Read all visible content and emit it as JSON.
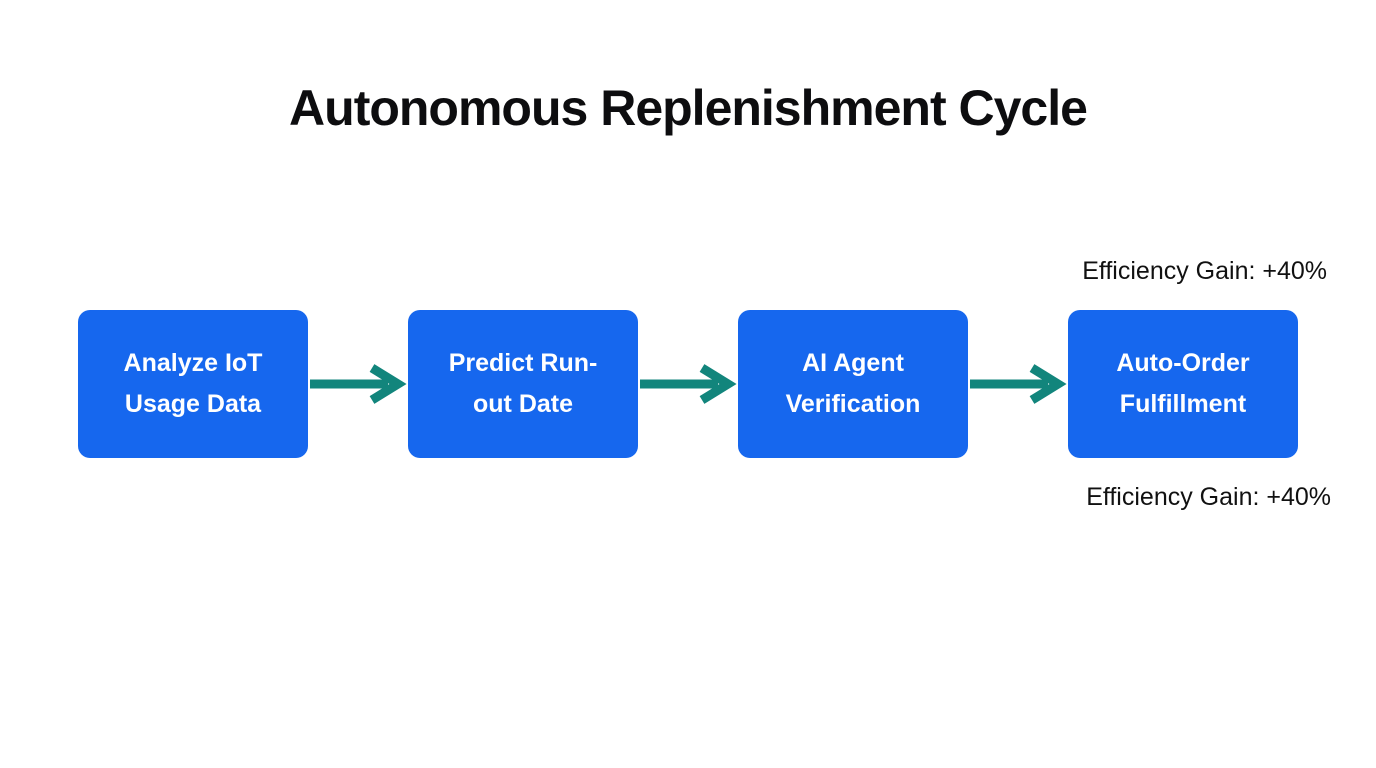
{
  "title": "Autonomous Replenishment Cycle",
  "steps": [
    {
      "label": "Analyze IoT Usage Data",
      "lines": [
        "Analyze IoT",
        "Usage Data"
      ]
    },
    {
      "label": "Predict Run-out Date",
      "lines": [
        "Predict Run-",
        "out Date"
      ]
    },
    {
      "label": "AI Agent Verification",
      "lines": [
        "AI Agent",
        "Verification"
      ]
    },
    {
      "label": "Auto-Order Fulfillment",
      "lines": [
        "Auto-Order",
        "Fulfillment"
      ]
    }
  ],
  "annotations": {
    "top": "Efficiency Gain: +40%",
    "bottom": "Efficiency Gain: +40%"
  },
  "colors": {
    "background": "#ffffff",
    "box": "#1667ee",
    "box_text": "#ffffff",
    "arrow": "#12857c",
    "title": "#0d0d0f",
    "annotation": "#111111"
  }
}
